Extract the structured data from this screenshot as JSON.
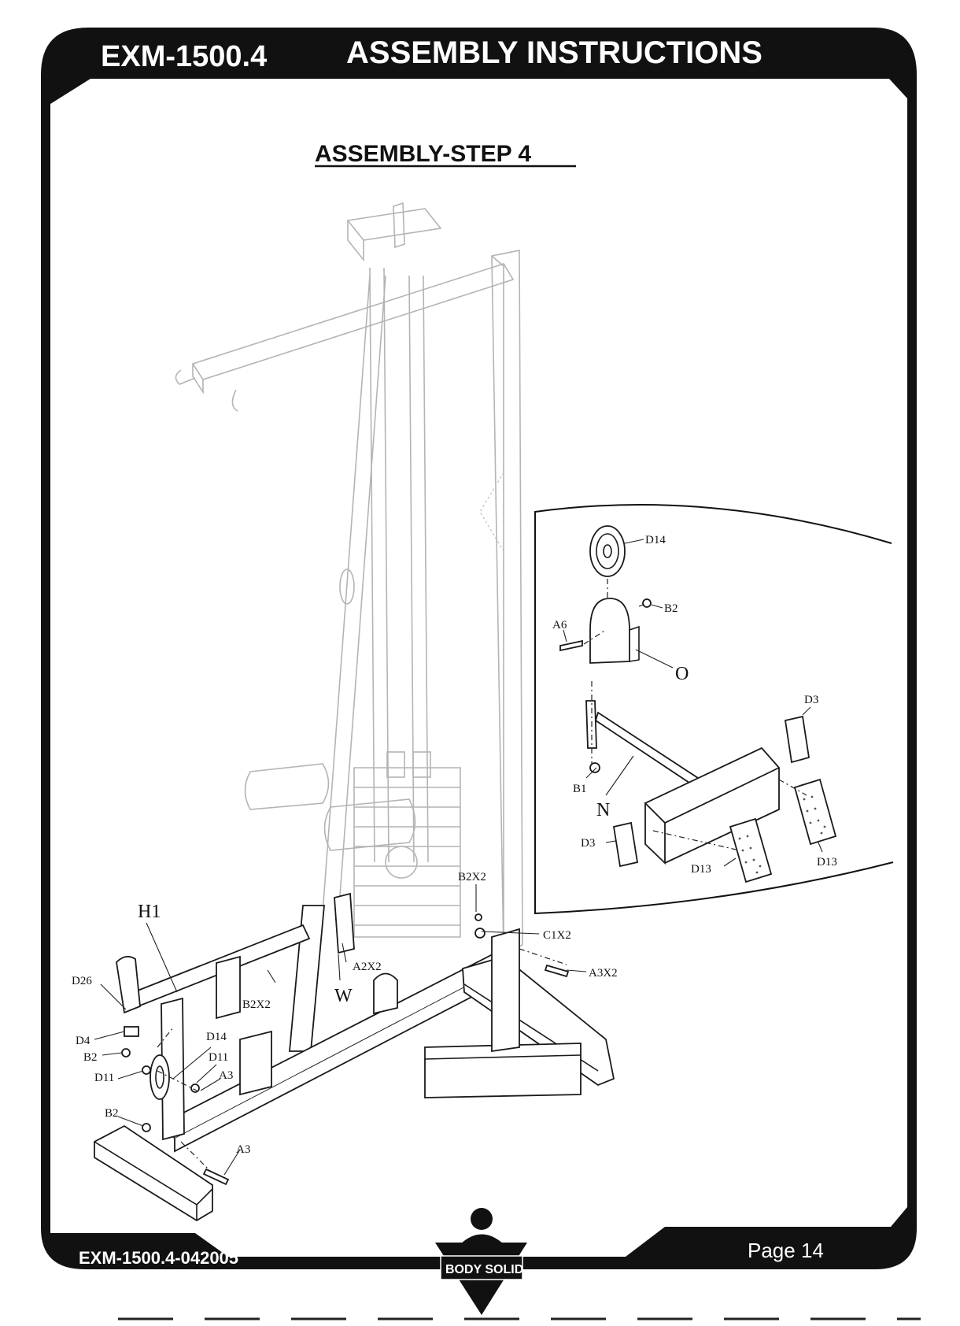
{
  "header": {
    "title_model": "EXM-1500.4",
    "title_text": "ASSEMBLY INSTRUCTIONS"
  },
  "step_title": "ASSEMBLY-STEP 4",
  "footer": {
    "doc_code": "EXM-1500.4-042005",
    "page_label": "Page 14",
    "logo_text": "BODY SOLID"
  },
  "callouts": {
    "D14_detail": "D14",
    "B2_detail": "B2",
    "A6": "A6",
    "O": "O",
    "D3_top": "D3",
    "B1": "B1",
    "N": "N",
    "D3_bottom": "D3",
    "D13_left": "D13",
    "D13_right": "D13",
    "B2X2_top": "B2X2",
    "C1X2": "C1X2",
    "A3X2": "A3X2",
    "A2X2": "A2X2",
    "W": "W",
    "H1": "H1",
    "B2X2_mid": "B2X2",
    "D26": "D26",
    "D4": "D4",
    "B2_left": "B2",
    "D14_main": "D14",
    "D11_a": "D11",
    "D11_b": "D11",
    "A3_a": "A3",
    "B2_bottom": "B2",
    "A3_bottom": "A3"
  },
  "colors": {
    "frame": "#111111",
    "ghost_line": "#b4b4b4",
    "ink": "#1a1a1a",
    "paper": "#ffffff"
  }
}
